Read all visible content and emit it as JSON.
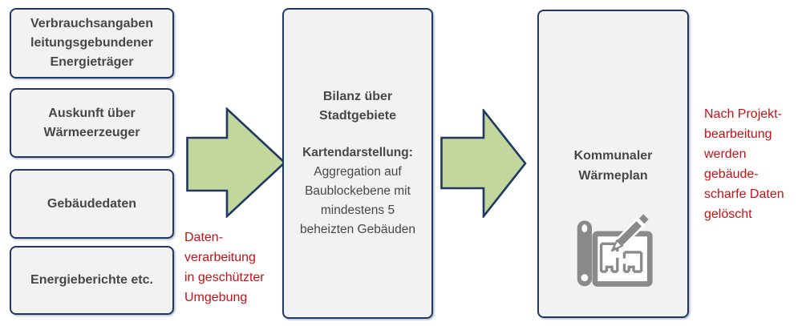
{
  "sources": [
    "Verbrauchsangaben\nleitungsgebundener\nEnergieträger",
    "Auskunft über\nWärmeerzeuger",
    "Gebäudedaten",
    "Energieberichte etc."
  ],
  "processing_box": {
    "title": "Bilanz über\nStadtgebiete",
    "subtitle": "Kartendarstellung:",
    "body": "Aggregation auf\nBaublockebene mit\nmindestens 5\nbeheizten Gebäuden"
  },
  "result_box": {
    "title": "Kommunaler\nWärmeplan",
    "icon": "blueprint-pencil-icon"
  },
  "notes": {
    "processing": "Daten-\nverarbeitung\nin geschützter\nUmgebung",
    "deletion": "Nach Projekt-\nbearbeitung\nwerden\ngebäude-\nscharfe Daten\ngelöscht"
  },
  "colors": {
    "box_fill": "#f2f2f2",
    "box_border": "#1f3864",
    "box_text": "#474747",
    "arrow_fill": "#c3d69b",
    "arrow_border": "#1f3864",
    "note_red": "#c81014",
    "icon_gray": "#8a8a8a"
  }
}
